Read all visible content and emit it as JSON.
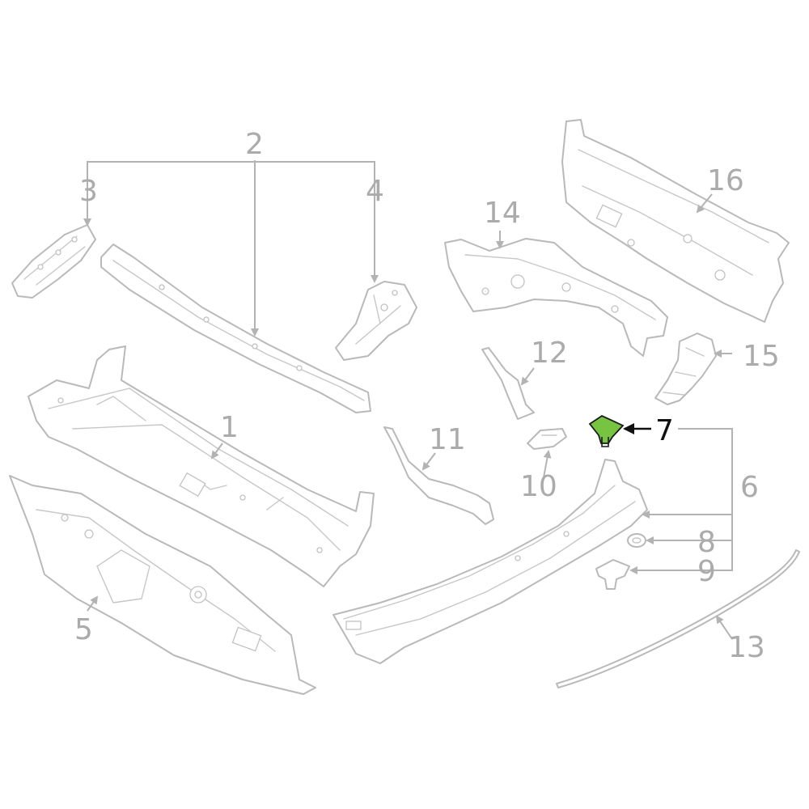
{
  "callouts": {
    "c1": "1",
    "c2": "2",
    "c3": "3",
    "c4": "4",
    "c5": "5",
    "c6": "6",
    "c7": "7",
    "c8": "8",
    "c9": "9",
    "c10": "10",
    "c11": "11",
    "c12": "12",
    "c13": "13",
    "c14": "14",
    "c15": "15",
    "c16": "16"
  },
  "colors": {
    "highlight_fill": "#76c442",
    "highlight_stroke": "#1a1a1a",
    "line_art": "#b9b9b9",
    "active_callout": "#111111"
  },
  "highlighted_part": "7"
}
